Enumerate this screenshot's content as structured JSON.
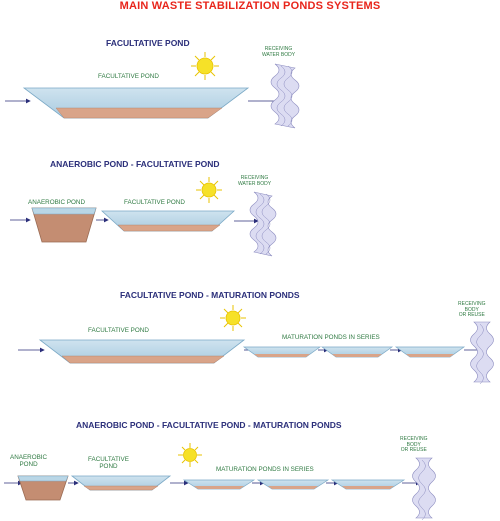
{
  "title": "MAIN WASTE STABILIZATION PONDS SYSTEMS",
  "colors": {
    "title": "#e8251b",
    "system_title": "#2b2f7a",
    "label": "#2f7a42",
    "water": "#b9d6e6",
    "water_edge": "#7ba9c6",
    "sludge": "#d9a489",
    "sludge_edge": "#b07c63",
    "anaerobic_body": "#c48d72",
    "arrow": "#2b2f7a",
    "sun": "#f6e128",
    "sun_rays": "#e9c300",
    "river_fill": "#dcdcf2",
    "river_lines": "#8c8cc0"
  },
  "icons": [
    "sun-icon",
    "flow-arrow-icon",
    "receiving-water-icon"
  ],
  "systems": [
    {
      "title": "FACULTATIVE POND",
      "labels": {
        "facultative": "FACULTATIVE POND",
        "receiving": "RECEIVING\nWATER BODY"
      }
    },
    {
      "title": "ANAEROBIC POND - FACULTATIVE POND",
      "labels": {
        "anaerobic": "ANAEROBIC POND",
        "facultative": "FACULTATIVE POND",
        "receiving": "RECEIVING\nWATER BODY"
      }
    },
    {
      "title": "FACULTATIVE POND - MATURATION PONDS",
      "labels": {
        "facultative": "FACULTATIVE POND",
        "maturation": "MATURATION PONDS IN SERIES",
        "receiving": "RECEIVING\nBODY\nOR REUSE"
      }
    },
    {
      "title": "ANAEROBIC POND - FACULTATIVE POND - MATURATION PONDS",
      "labels": {
        "anaerobic": "ANAEROBIC\nPOND",
        "facultative": "FACULTATIVE\nPOND",
        "maturation": "MATURATION PONDS IN SERIES",
        "receiving": "RECEIVING\nBODY\nOR REUSE"
      }
    }
  ]
}
